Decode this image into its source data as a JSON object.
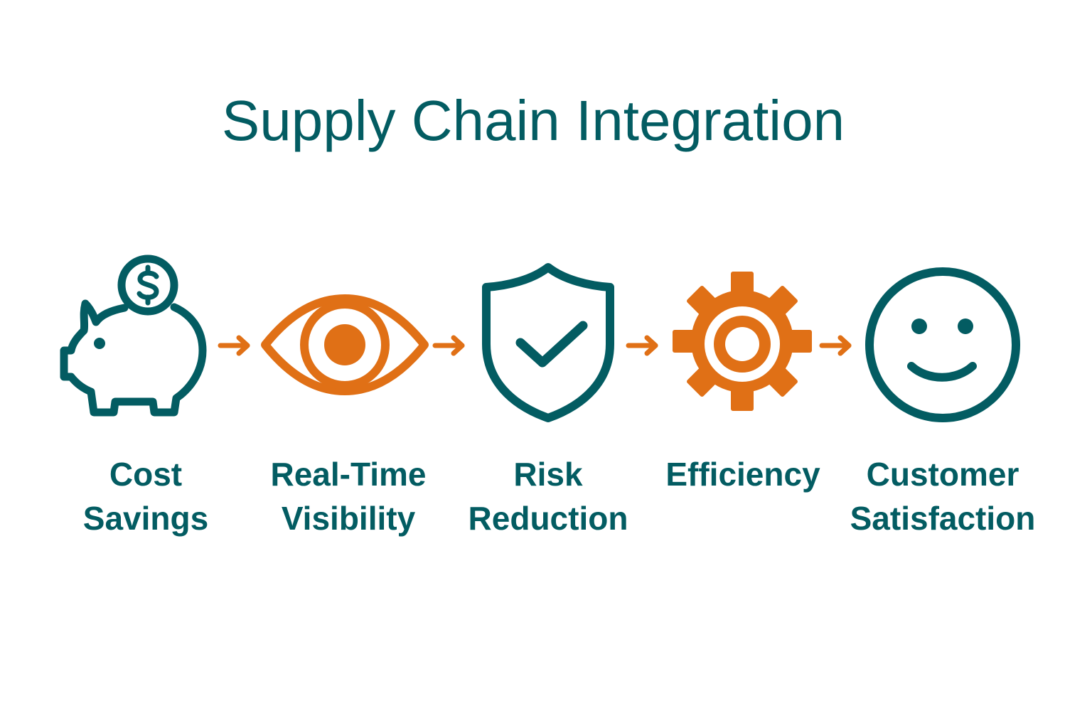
{
  "title": "Supply Chain Integration",
  "colors": {
    "teal": "#035c62",
    "orange": "#e07016",
    "background": "#ffffff"
  },
  "steps": [
    {
      "icon": "piggy-bank-dollar-icon",
      "line1": "Cost",
      "line2": "Savings",
      "color": "#035c62"
    },
    {
      "icon": "eye-icon",
      "line1": "Real-Time",
      "line2": "Visibility",
      "color": "#e07016"
    },
    {
      "icon": "shield-check-icon",
      "line1": "Risk",
      "line2": "Reduction",
      "color": "#035c62"
    },
    {
      "icon": "gear-icon",
      "line1": "Efficiency",
      "line2": "",
      "color": "#e07016"
    },
    {
      "icon": "smiley-face-icon",
      "line1": "Customer",
      "line2": "Satisfaction",
      "color": "#035c62"
    }
  ],
  "connectors": [
    {
      "icon": "arrow-right-icon",
      "from": "Cost Savings",
      "to": "Real-Time Visibility"
    },
    {
      "icon": "arrow-right-icon",
      "from": "Real-Time Visibility",
      "to": "Risk Reduction"
    },
    {
      "icon": "arrow-right-icon",
      "from": "Risk Reduction",
      "to": "Efficiency"
    },
    {
      "icon": "arrow-right-icon",
      "from": "Efficiency",
      "to": "Customer Satisfaction"
    }
  ]
}
